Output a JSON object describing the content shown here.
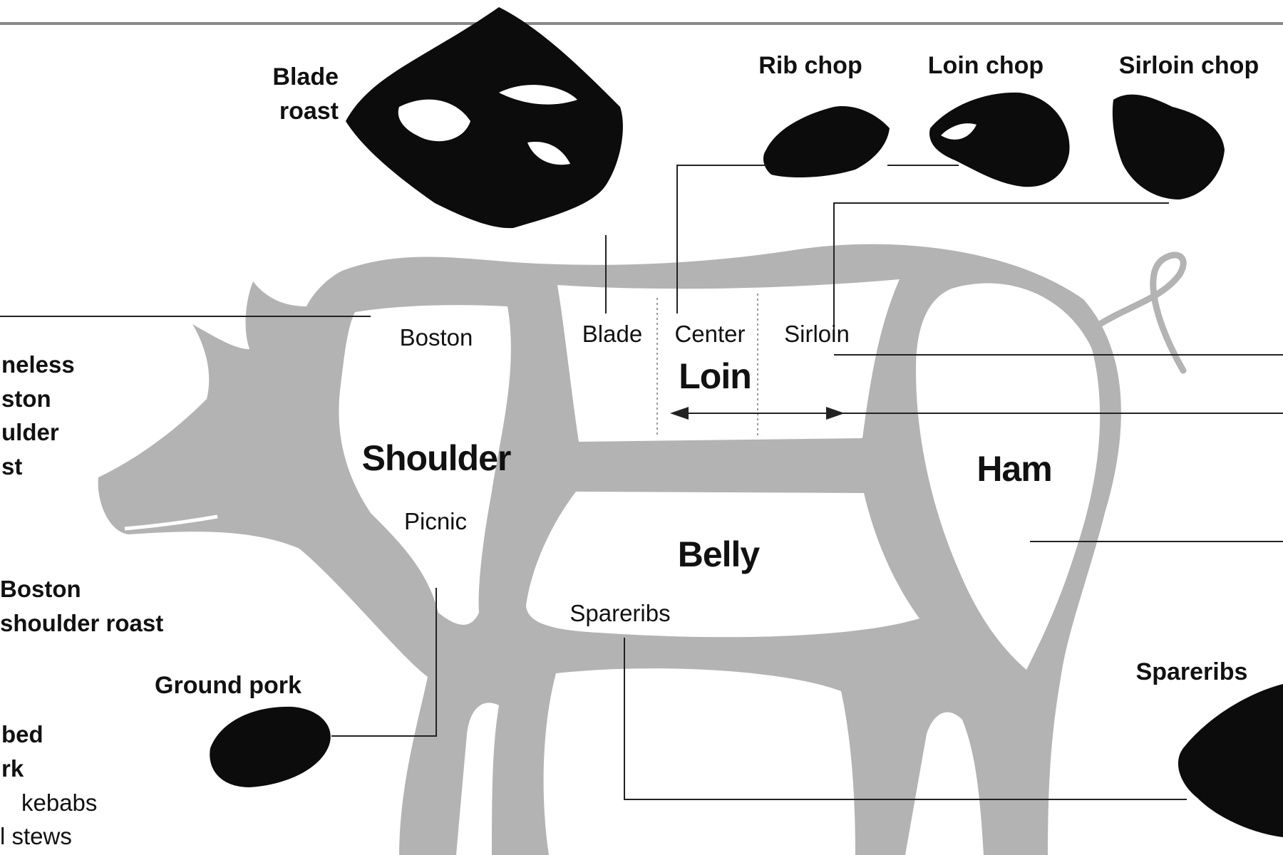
{
  "colors": {
    "pig_fill": "#b3b3b3",
    "region_fill": "#ffffff",
    "cut_fill": "#0c0c0c",
    "leader": "#222222",
    "rule": "#888888"
  },
  "cut_photos": {
    "blade_roast": "Blade\nroast",
    "rib_chop": "Rib chop",
    "loin_chop": "Loin chop",
    "sirloin_chop": "Sirloin chop",
    "ground_pork": "Ground pork",
    "spareribs": "Spareribs"
  },
  "labels": {
    "blade_roast_line1": "Blade",
    "blade_roast_line2": "roast",
    "rib_chop": "Rib chop",
    "loin_chop": "Loin chop",
    "sirloin_chop": "Sirloin chop",
    "ground_pork": "Ground pork",
    "spareribs_photo": "Spareribs"
  },
  "subprimals": {
    "boston": "Boston",
    "blade": "Blade",
    "center": "Center",
    "sirloin": "Sirloin",
    "picnic": "Picnic",
    "spareribs": "Spareribs"
  },
  "primals": {
    "shoulder": "Shoulder",
    "loin": "Loin",
    "belly": "Belly",
    "ham": "Ham"
  },
  "left_column": {
    "boneless": [
      "neless",
      "ston",
      "ulder",
      "st"
    ],
    "boston_shoulder": [
      "Boston",
      "shoulder roast"
    ],
    "cubed": [
      "bed",
      "rk"
    ],
    "cubed_uses": [
      "kebabs",
      "l stews"
    ]
  }
}
